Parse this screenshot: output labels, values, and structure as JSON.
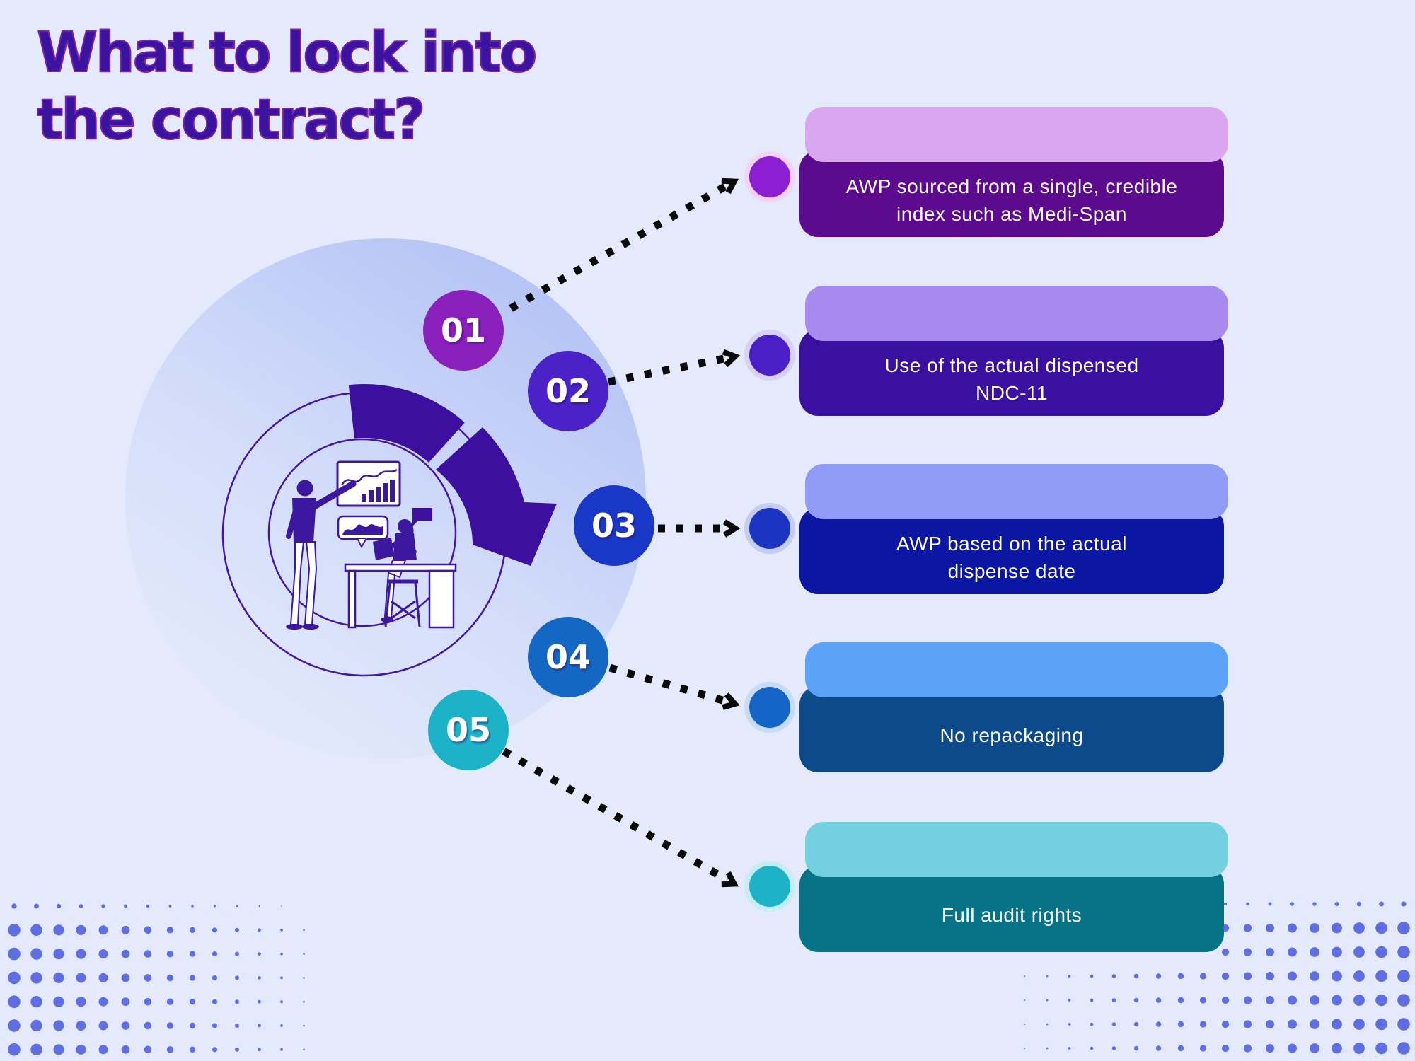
{
  "page": {
    "background_color": "#e4eafc",
    "dot_pattern_color": "#5f6ee2"
  },
  "title": {
    "lines": [
      "What to lock into",
      "the contract?"
    ],
    "color": "#3a149e",
    "outline_color": "#7c22aa"
  },
  "steps": [
    {
      "number": "01",
      "label": "AWP sourced from a single, credible index such as Medi-Span",
      "lines": [
        "AWP sourced from a single, credible",
        "index such as Medi-Span"
      ],
      "circle_color": "#8a20bc",
      "connector_color": "#8d1fd2",
      "connector_ring": "#f3d3f9",
      "header_color": "#d9a6f2",
      "body_color": "#5c0a8e"
    },
    {
      "number": "02",
      "label": "Use of the actual dispensed NDC-11",
      "lines": [
        "Use of the actual dispensed",
        "NDC-11"
      ],
      "circle_color": "#4b21c8",
      "connector_color": "#4a1fc8",
      "connector_ring": "#d8d2f8",
      "header_color": "#a78af0",
      "body_color": "#3a10a0"
    },
    {
      "number": "03",
      "label": "AWP based on the actual dispense date",
      "lines": [
        "AWP based on the actual",
        "dispense date"
      ],
      "circle_color": "#1a38c8",
      "connector_color": "#1b35c2",
      "connector_ring": "#c6cdf4",
      "header_color": "#8f9bf5",
      "body_color": "#0b17a2"
    },
    {
      "number": "04",
      "label": "No repackaging",
      "lines": [
        "No repackaging"
      ],
      "circle_color": "#1567c4",
      "connector_color": "#1565c8",
      "connector_ring": "#c5dbf6",
      "header_color": "#5ba3f7",
      "body_color": "#0d4a8c"
    },
    {
      "number": "05",
      "label": "Full audit rights",
      "lines": [
        "Full audit rights"
      ],
      "circle_color": "#1cb2c8",
      "connector_color": "#1cb2c8",
      "connector_ring": "#c6edf4",
      "header_color": "#74cfe0",
      "body_color": "#077387"
    }
  ]
}
